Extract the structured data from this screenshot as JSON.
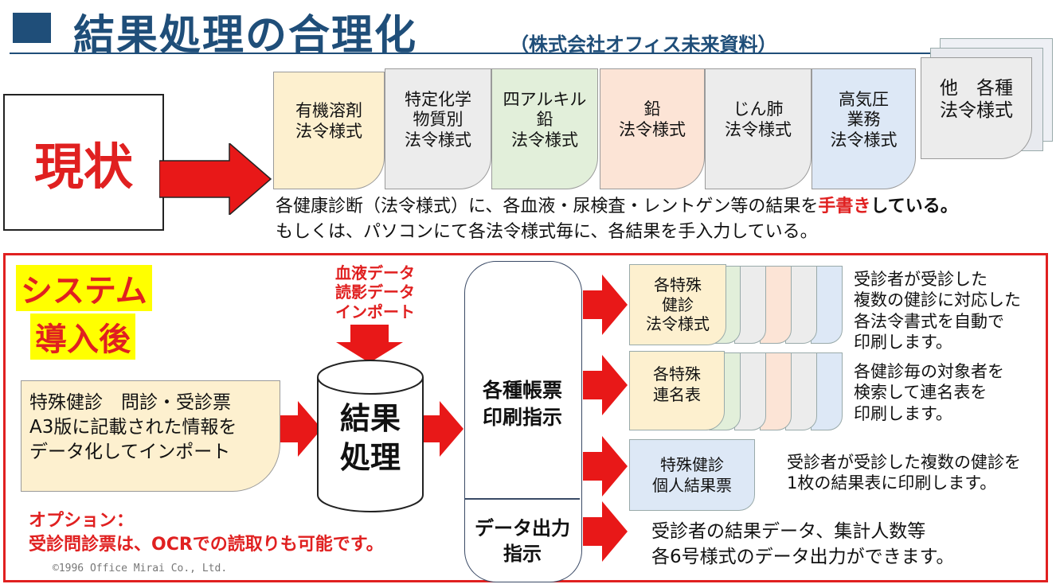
{
  "header": {
    "title": "結果処理の合理化",
    "subtitle": "（株式会社オフィス未来資料）"
  },
  "current": {
    "label": "現状",
    "forms": [
      {
        "text": "有機溶剤\n法令様式",
        "color": "#fdf0cf"
      },
      {
        "text": "特定化学\n物質別\n法令様式",
        "color": "#ececec"
      },
      {
        "text": "四アルキル\n鉛\n法令様式",
        "color": "#e2efda"
      },
      {
        "text": "鉛\n法令様式",
        "color": "#fce4d6"
      },
      {
        "text": "じん肺\n法令様式",
        "color": "#ececec"
      },
      {
        "text": "高気圧\n業務\n法令様式",
        "color": "#dde8f6"
      },
      {
        "text": "他　各種\n法令様式",
        "color": "#ececec"
      }
    ],
    "desc_line1_a": "各健康診断（法令様式）に、各血液・尿検査・レントゲン等の結果を",
    "desc_line1_red": "手書き",
    "desc_line1_b": "している。",
    "desc_line2": "もしくは、パソコンにて各法令様式毎に、各結果を手入力している。"
  },
  "after": {
    "badge_line1": "システム",
    "badge_line2": "導入後",
    "import_label": "血液データ\n読影データ\nインポート",
    "input_doc": "特殊健診　問診・受診票\nA3版に記載された情報を\nデータ化してインポート",
    "process": "結果\n処理",
    "print_top": "各種帳票\n印刷指示",
    "print_bottom": "データ出力\n指示",
    "outputs": [
      {
        "doc": "各特殊\n健診\n法令様式",
        "note": "受診者が受診した\n複数の健診に対応した\n各法令書式を自動で\n印刷します。"
      },
      {
        "doc": "各特殊\n連名表",
        "note": "各健診毎の対象者を\n検索して連名表を\n印刷します。"
      },
      {
        "doc": "特殊健診\n個人結果票",
        "note": "受診者が受診した複数の健診を\n1枚の結果表に印刷します。"
      }
    ],
    "data_output_note": "受診者の結果データ、集計人数等\n各6号様式のデータ出力ができます。",
    "option_line1": "オプション：",
    "option_line2": "受診問診票は、OCRでの読取りも可能です。",
    "copyright": "©1996 Office Mirai Co., Ltd."
  },
  "colors": {
    "accent": "#1f4e79",
    "red": "#e02020",
    "highlight": "#ffff00",
    "doc_yellow": "#fdf0cf",
    "doc_blue": "#dde8f6"
  }
}
